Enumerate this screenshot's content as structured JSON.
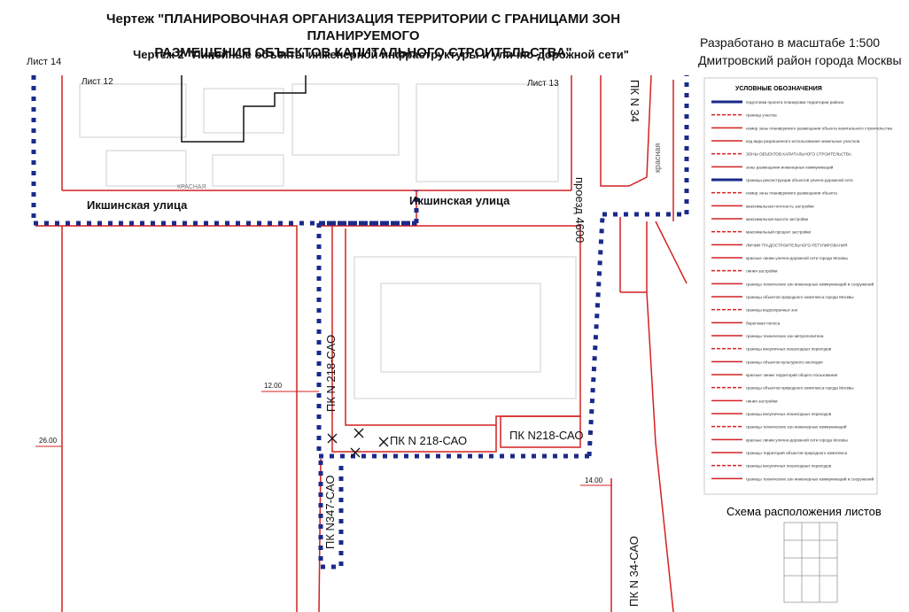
{
  "header": {
    "title_line1": "Чертеж \"ПЛАНИРОВОЧНАЯ ОРГАНИЗАЦИЯ ТЕРРИТОРИИ С ГРАНИЦАМИ ЗОН ПЛАНИРУЕМОГО",
    "title_line2": "РАЗМЕЩЕНИЯ ОБЪЕКТОВ КАПИТАЛЬНОГО СТРОИТЕЛЬСТВА\"",
    "subtitle": "Чертеж 2 \"Линейные объекты инженерной инфраструктуры и улично-дорожной сети\"",
    "scale": "Разработано в масштабе 1:500",
    "district": "Дмитровский район города Москвы",
    "sheet_left": "Лист 14"
  },
  "map": {
    "sheet12": "Лист 12",
    "sheet13": "Лист 13",
    "street_left": "Икшинская улица",
    "street_right": "Икшинская улица",
    "proezd": "проезд 4600",
    "pk34_top": "ПК N 34",
    "pk218_vert": "ПК N 218-САО",
    "pk218_horiz": "ПК N 218-САО",
    "pk218_box": "ПК N218-САО",
    "pk347": "ПК N347-САО",
    "pk34_bottom": "ПК N 34-САО",
    "dim_12": "12.00",
    "dim_26": "26.00",
    "dim_14": "14.00",
    "small_krasnaya": "красная",
    "small_krasnaya2": "КРАСНАЯ"
  },
  "legend": {
    "heading": "УСЛОВНЫЕ ОБОЗНАЧЕНИЯ",
    "items": [
      "подготовки проекта планировки территории района",
      "граница участка",
      "номер зоны планируемого размещения объекта капитального строительства",
      "код вида разрешенного использования земельных участков",
      "ЗОНЫ ОБЪЕКТОВ КАПИТАЛЬНОГО СТРОИТЕЛЬСТВА",
      "зоны размещения инженерных коммуникаций",
      "границы реконструкции объектов улично-дорожной сети",
      "номер зоны планируемого размещения объекта",
      "максимальная плотность застройки",
      "максимальная высота застройки",
      "максимальный процент застройки",
      "ЛИНИИ ГРАДОСТРОИТЕЛЬНОГО РЕГУЛИРОВАНИЯ",
      "красные линии улично-дорожной сети города Москвы",
      "линия застройки",
      "границы технических зон инженерных коммуникаций и сооружений",
      "границы объектов природного комплекса города Москвы",
      "границы водоохранных зон",
      "береговая полоса",
      "границы технических зон метрополитена",
      "границы внеуличных пешеходных переходов",
      "границы объектов культурного наследия",
      "красные линии территорий общего пользования",
      "границы объектов природного комплекса города Москвы",
      "линия застройки",
      "границы внеуличных пешеходных переходов",
      "границы технических зон инженерных коммуникаций",
      "красные линии улично-дорожной сети города Москвы",
      "границы территорий объектов природного комплекса",
      "границы внеуличных пешеходных переходов",
      "границы технических зон инженерных коммуникаций и сооружений"
    ],
    "scheme_title": "Схема расположения листов"
  },
  "colors": {
    "red": "#d42020",
    "blue": "#1a2a8a",
    "gray": "#b8b8b8",
    "black": "#111111"
  }
}
